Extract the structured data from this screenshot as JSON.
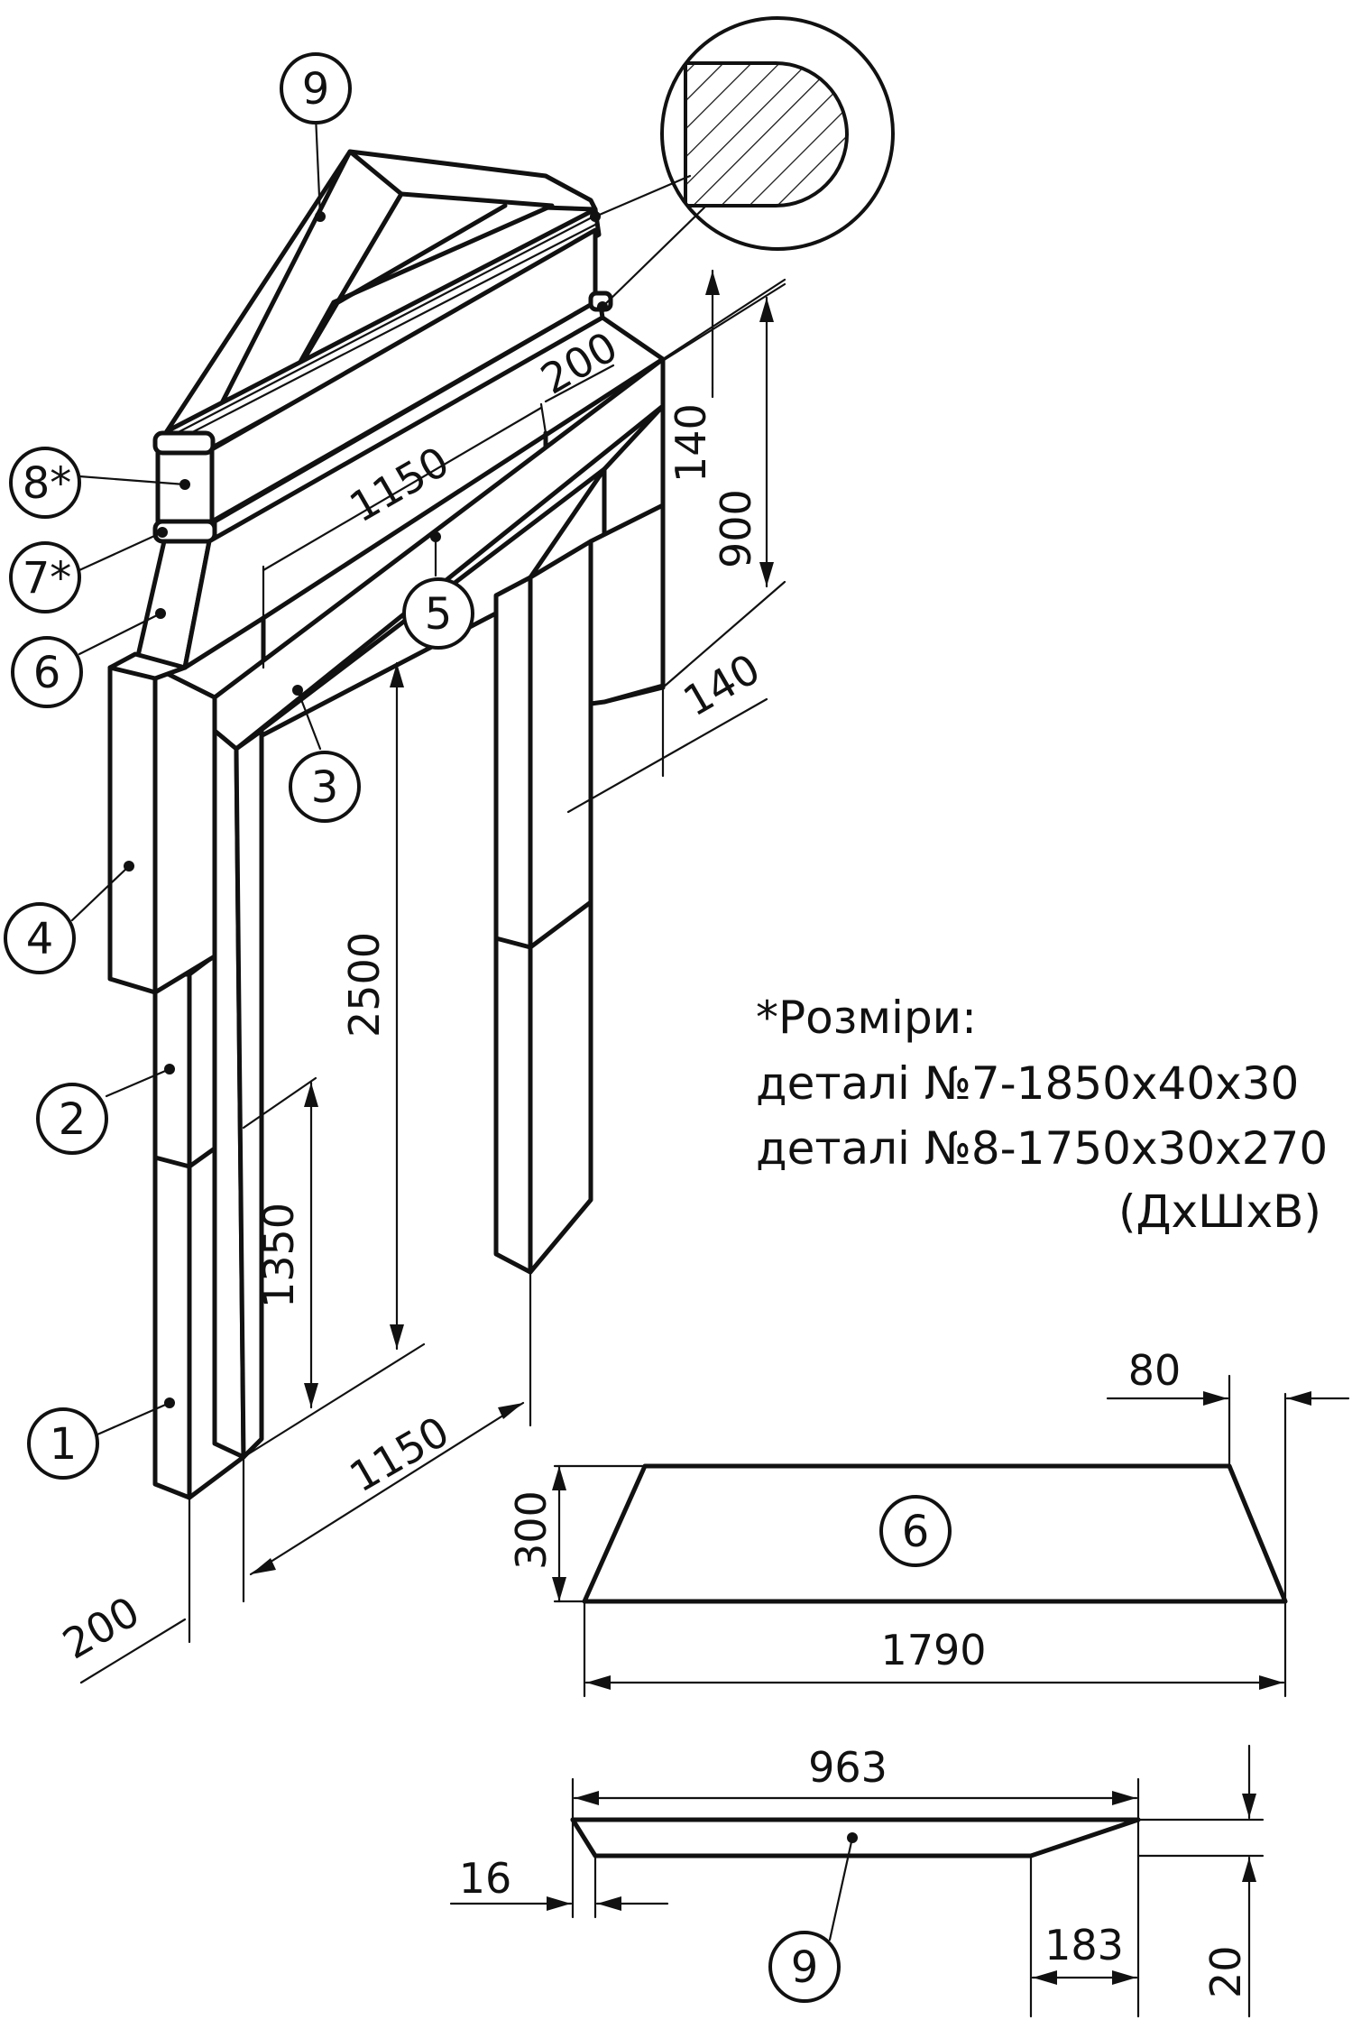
{
  "callouts": {
    "c1": "1",
    "c2": "2",
    "c3": "3",
    "c4": "4",
    "c5": "5",
    "c6": "6",
    "c7": "7*",
    "c8": "8*",
    "c9": "9",
    "c6_detail": "6",
    "c9_detail": "9"
  },
  "dimensions": {
    "top_width": "200",
    "top_length": "1150",
    "side_140_top": "140",
    "side_900": "900",
    "side_140_bottom": "140",
    "height_2500": "2500",
    "height_1350": "1350",
    "bottom_length": "1150",
    "bottom_width": "200"
  },
  "detail6": {
    "top_offset": "80",
    "height": "300",
    "length": "1790"
  },
  "detail9": {
    "length": "963",
    "left_offset": "16",
    "right_offset": "183",
    "thickness": "20"
  },
  "notes": {
    "title": "*Розміри:",
    "line1": "деталі №7-1850х40х30",
    "line2": "деталі №8-1750х30х270",
    "line3": "(ДхШхВ)"
  }
}
